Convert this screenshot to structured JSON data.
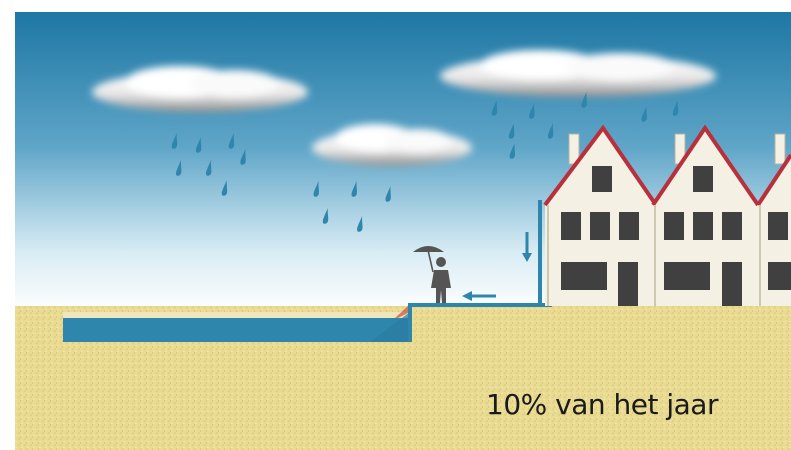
{
  "caption": "10% van het jaar",
  "colors": {
    "sky_top": "#1d7aa6",
    "sky_bottom": "#ffffff",
    "water": "#2f86ad",
    "rain": "#2f86ad",
    "ground": "#e9d990",
    "roof": "#b8303c",
    "wall": "#f4f0e3",
    "window": "#404040"
  },
  "icons": [
    "rain-cloud",
    "raindrop",
    "person-with-umbrella",
    "flow-arrow-left",
    "flow-arrow-down",
    "canal-houses"
  ]
}
